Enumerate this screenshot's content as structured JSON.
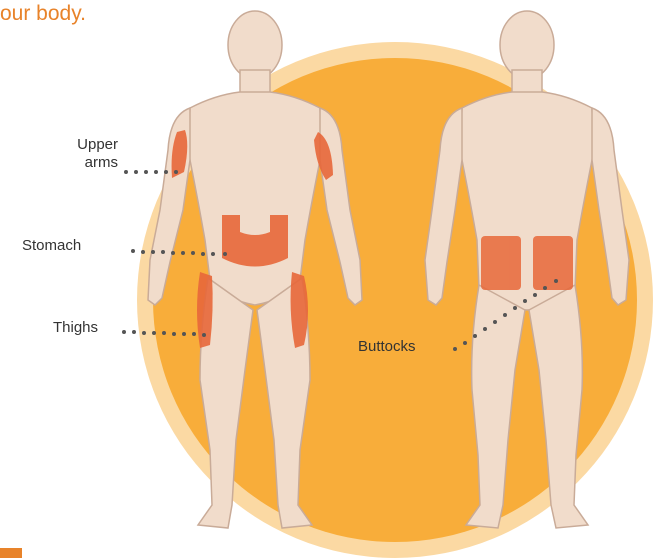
{
  "heading": "our body.",
  "labels": {
    "upper_arms_line1": "Upper",
    "upper_arms_line2": "arms",
    "stomach": "Stomach",
    "thighs": "Thighs",
    "buttocks": "Buttocks"
  },
  "colors": {
    "accent_text": "#e8832a",
    "circle_outer": "#fbd9a3",
    "circle_inner": "#f8ad3a",
    "skin": "#f1dccb",
    "skin_outline": "#c9ab98",
    "injection_site": "#e8683a",
    "leader_dots": "#555555"
  }
}
